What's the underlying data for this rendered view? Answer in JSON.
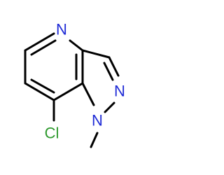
{
  "molecule": {
    "atoms": [
      {
        "id": "n4",
        "label": "N",
        "color": "#1f2bd6"
      },
      {
        "id": "n2",
        "label": "N",
        "color": "#1f2bd6"
      },
      {
        "id": "n1",
        "label": "N",
        "color": "#1f2bd6"
      },
      {
        "id": "cl",
        "label": "Cl",
        "color": "#2f9a2f"
      }
    ],
    "bond_color": "#000000"
  }
}
